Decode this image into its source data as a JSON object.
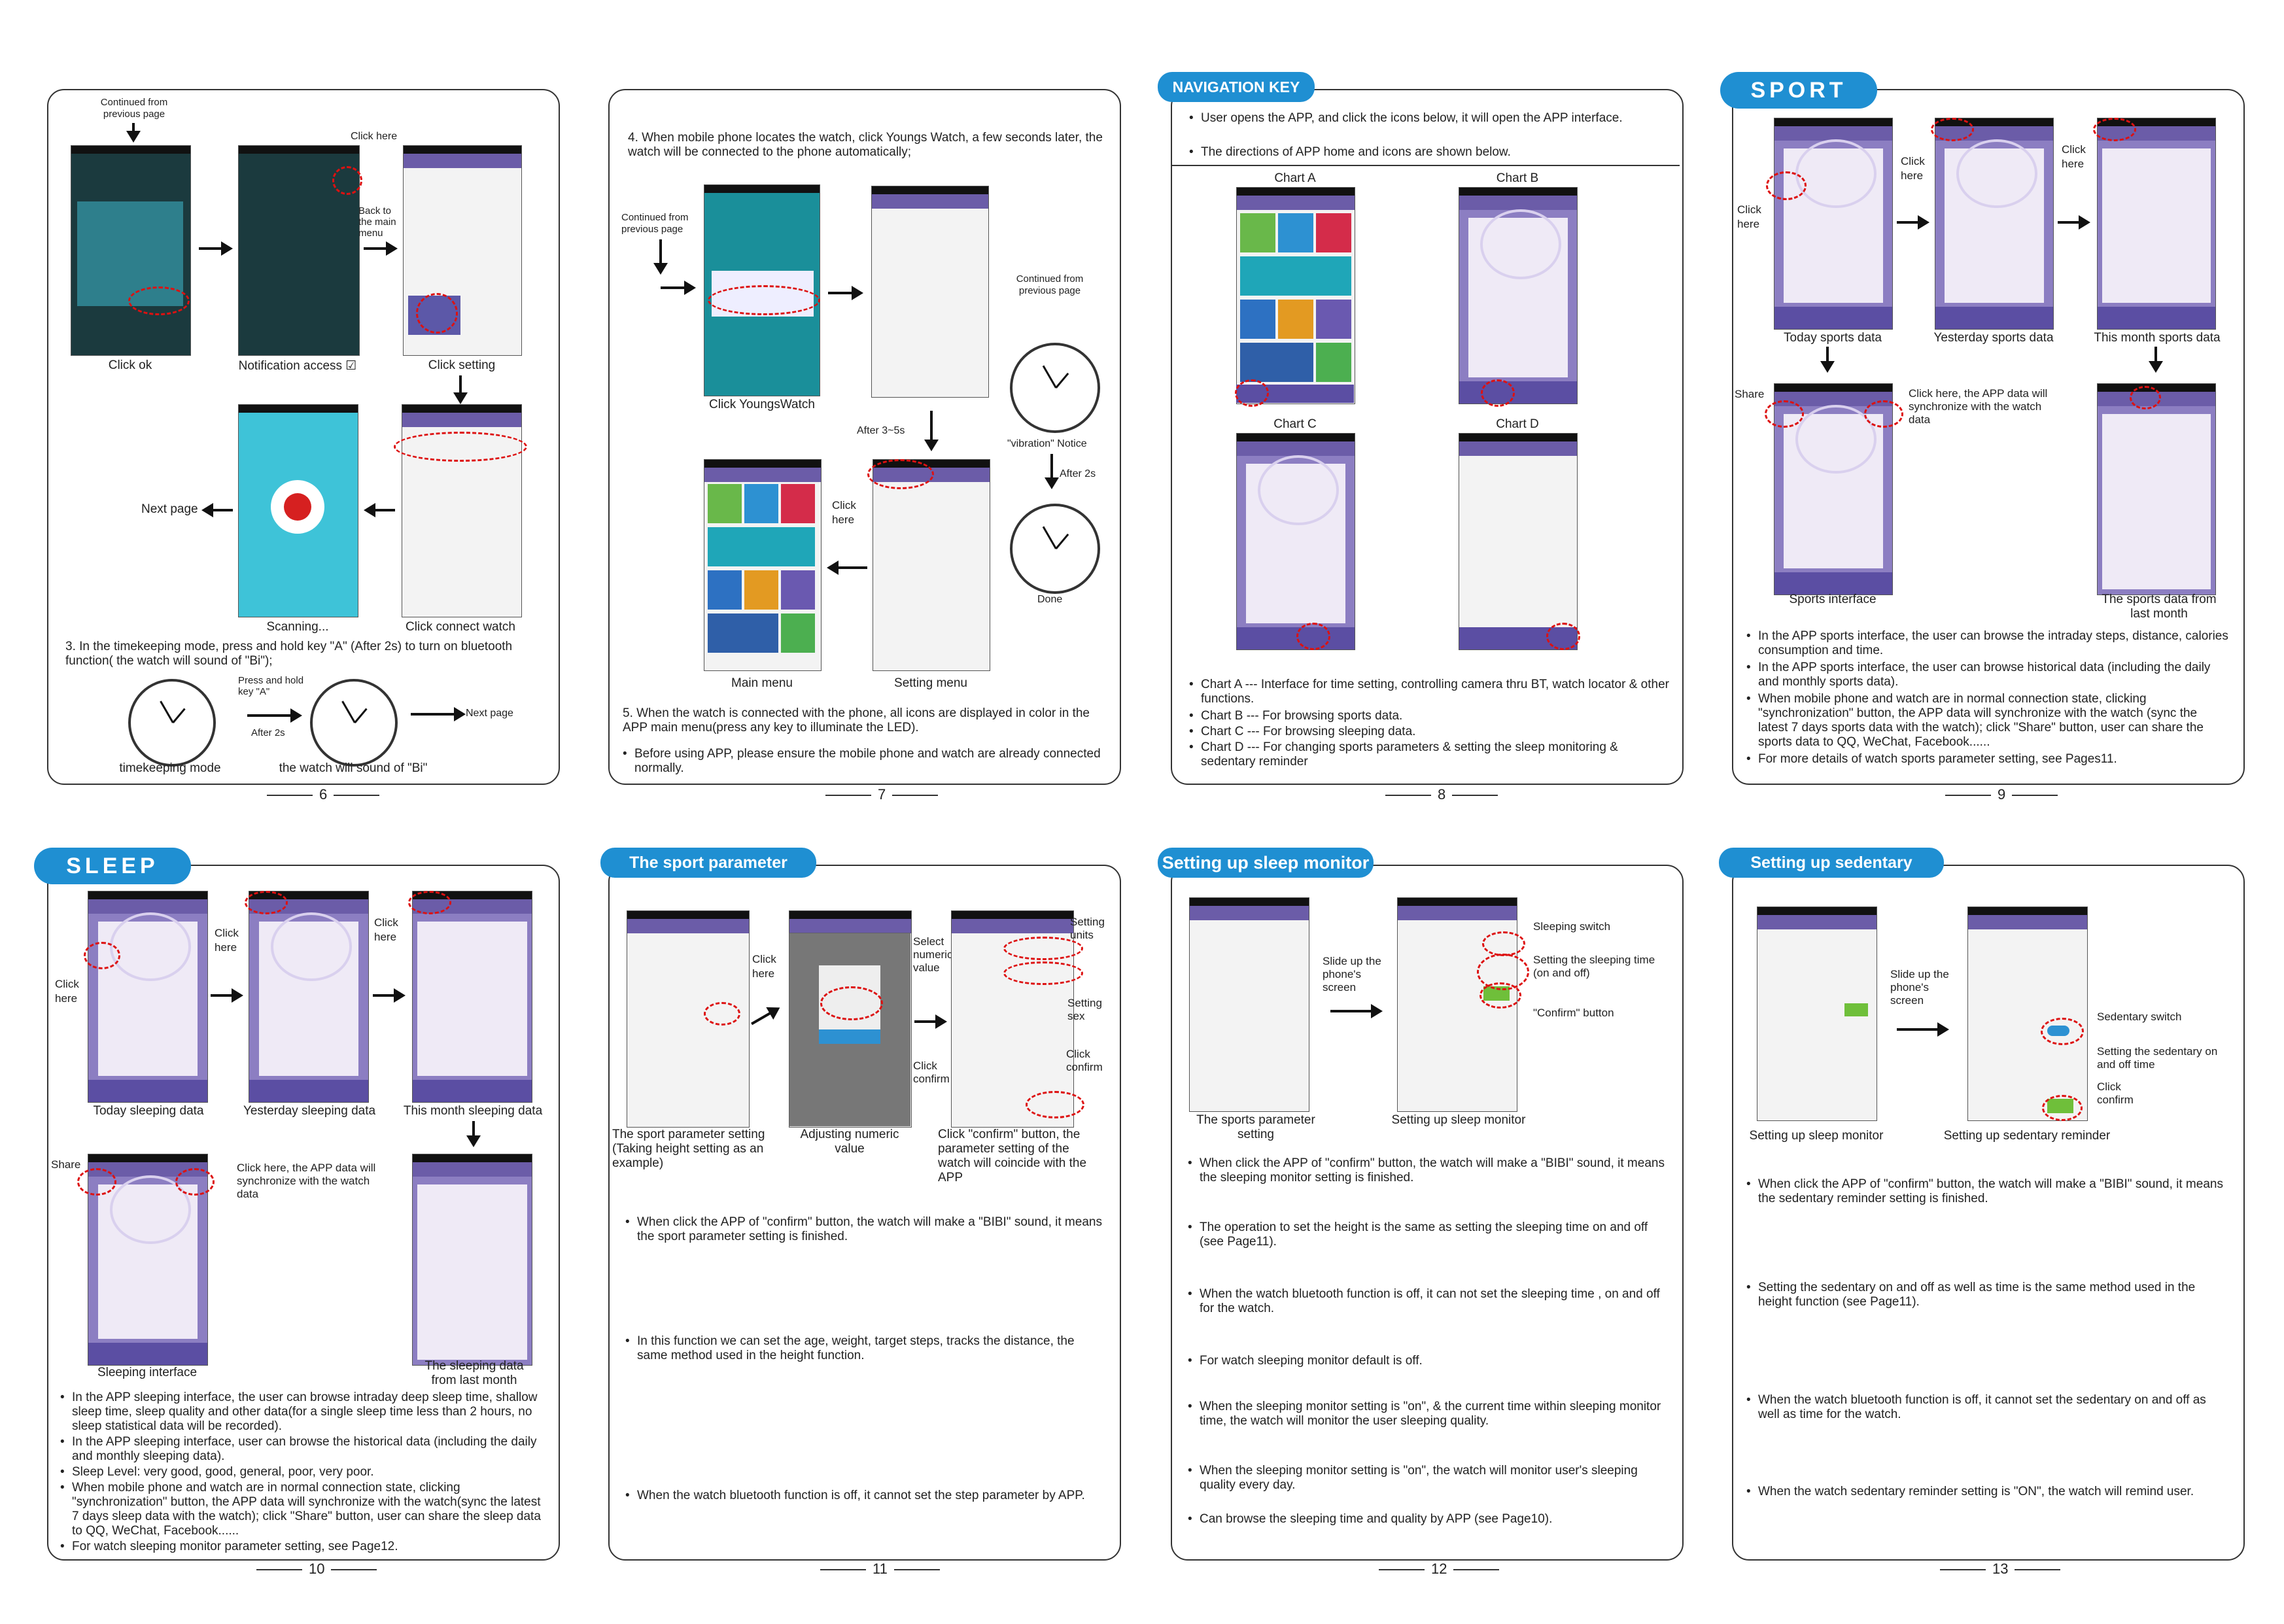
{
  "page6": {
    "continued": "Continued from previous page",
    "click_here": "Click here",
    "back_main": "Back to the main menu",
    "cap_ok": "Click ok",
    "cap_notif": "Notification access ☑",
    "cap_setting": "Click setting",
    "next_page": "Next page",
    "cap_scanning": "Scanning...",
    "cap_connect": "Click connect watch",
    "step3": "3. In the timekeeping mode, press and hold key \"A\" (After 2s) to turn on bluetooth function( the watch will sound of \"Bi\");",
    "press_hold": "Press and hold key \"A\"",
    "after2s": "After 2s",
    "next_page2": "Next page",
    "cap_time": "timekeeping mode",
    "cap_bi": "the watch will sound of \"Bi\"",
    "num": "6"
  },
  "page7": {
    "step4": "4. When mobile phone locates the watch, click Youngs Watch, a few seconds later, the watch will be connected to the phone automatically;",
    "continued": "Continued from previous page",
    "continued2": "Continued from previous page",
    "cap_click_yw": "Click YoungsWatch",
    "after35": "After 3~5s",
    "vibration": "\"vibration\" Notice",
    "after2s": "After 2s",
    "click_here": "Click here",
    "done": "Done",
    "cap_main": "Main menu",
    "cap_setting": "Setting menu",
    "step5": "5. When the watch is connected with the phone, all icons are displayed in color in the APP main menu(press any key to illuminate the LED).",
    "before": "Before using APP, please ensure the mobile phone and watch are already connected normally.",
    "num": "7"
  },
  "page8": {
    "title": "NAVIGATION KEY MAUNAL",
    "b1": "User opens the APP, and click the icons below, it will open the APP interface.",
    "b2": "The directions of APP home and icons are shown below.",
    "chart_a": "Chart A",
    "chart_b": "Chart B",
    "chart_c": "Chart C",
    "chart_d": "Chart D",
    "la": "Chart A --- Interface for time setting, controlling camera thru BT, watch locator & other functions.",
    "lb": "Chart B --- For browsing sports data.",
    "lc": "Chart C --- For browsing sleeping data.",
    "ld": "Chart D --- For changing sports parameters & setting the sleep monitoring & sedentary reminder",
    "num": "8"
  },
  "page9": {
    "title": "SPORT",
    "click_here1": "Click here",
    "click_here2": "Click here",
    "click_here3": "Click here",
    "cap_today": "Today sports data",
    "cap_yesterday": "Yesterday sports data",
    "cap_month": "This month sports data",
    "share": "Share",
    "sync_note": "Click here, the APP data will synchronize with the watch data",
    "cap_interface": "Sports interface",
    "cap_last": "The sports data from last month",
    "b1": "In the APP sports interface, the user can browse the intraday steps, distance, calories consumption and time.",
    "b2": "In the APP sports interface, the user can browse historical data (including the daily and monthly sports data).",
    "b3": "When mobile phone and watch are in normal connection state, clicking \"synchronization\" button, the APP data will synchronize with the watch (sync the latest 7 days sports data with the watch); click \"Share\" button, user can share the sports data to QQ, WeChat, Facebook......",
    "b4": "For more details of watch sports parameter setting, see Pages11.",
    "num": "9"
  },
  "page10": {
    "title": "SLEEP",
    "click_here1": "Click here",
    "click_here2": "Click here",
    "click_here3": "Click here",
    "cap_today": "Today sleeping data",
    "cap_yesterday": "Yesterday sleeping data",
    "cap_month": "This month sleeping data",
    "share": "Share",
    "sync_note": "Click here, the APP data will synchronize with the watch data",
    "cap_interface": "Sleeping interface",
    "cap_last": "The sleeping data from last month",
    "b1": "In the APP sleeping interface, the user can browse intraday deep sleep time, shallow sleep time, sleep quality and other data(for a single sleep time less than 2 hours, no sleep statistical data will be recorded).",
    "b2": "In the APP sleeping interface, user can browse the historical data (including the daily and monthly sleeping data).",
    "b3": "Sleep Level: very good, good, general, poor, very poor.",
    "b4": "When mobile phone and watch are in normal connection state, clicking \"synchronization\" button, the APP data will synchronize with the watch(sync the latest 7 days sleep data with the watch); click \"Share\" button, user can share the sleep data to QQ, WeChat, Facebook......",
    "b5": "For watch sleeping monitor parameter setting, see Page12.",
    "num": "10"
  },
  "page11": {
    "title": "The sport parameter setting",
    "click_here": "Click here",
    "select_value": "Select numeric value",
    "click_confirm": "Click confirm",
    "setting_units": "Setting units",
    "setting_sex": "Setting sex",
    "click_confirm2": "Click confirm",
    "cap1": "The sport parameter setting (Taking height setting as an example)",
    "cap2": "Adjusting numeric value",
    "cap3": "Click \"confirm\" button, the parameter setting of the watch will coincide with the APP",
    "b1": "When click the APP of \"confirm\" button, the watch will make a \"BIBI\" sound, it means the sport parameter setting is finished.",
    "b2": "In this function we can set the age, weight, target steps, tracks the distance, the same method used in the height function.",
    "b3": "When the watch bluetooth function is off, it cannot set the step parameter by APP.",
    "num": "11"
  },
  "page12": {
    "title": "Setting up sleep monitor",
    "slide": "Slide up the phone's screen",
    "sleep_switch": "Sleeping switch",
    "sleep_time": "Setting the sleeping time (on and off)",
    "confirm_btn": "\"Confirm\" button",
    "cap1": "The sports parameter setting",
    "cap2": "Setting up sleep monitor",
    "b1": "When click the APP of \"confirm\" button, the watch will make a \"BIBI\" sound, it means the sleeping monitor setting is finished.",
    "b2": "The operation to set the height is the same as setting the sleeping time on and off (see Page11).",
    "b3": "When the watch bluetooth function is off, it can not set the sleeping time , on and off for the watch.",
    "b4": "For watch sleeping monitor default is off.",
    "b5": "When the sleeping monitor setting is \"on\", & the current time within sleeping monitor time, the watch will monitor the user sleeping quality.",
    "b6": "When the sleeping monitor setting is \"on\", the watch will monitor user's sleeping quality every day.",
    "b7": "Can browse the sleeping time and quality by APP (see Page10).",
    "num": "12"
  },
  "page13": {
    "title": "Setting up sedentary reminder",
    "slide": "Slide up the phone's screen",
    "sed_switch": "Sedentary switch",
    "sed_time": "Setting the sedentary on and off time",
    "click_confirm": "Click confirm",
    "cap1": "Setting up sleep monitor",
    "cap2": "Setting up sedentary reminder",
    "b1": "When click the APP of \"confirm\" button, the watch will make a \"BIBI\" sound, it means the sedentary reminder setting is finished.",
    "b2": "Setting the sedentary on and off as well as time is the same method used in the height function (see Page11).",
    "b3": "When the watch bluetooth function is off, it cannot set the sedentary on and off as well as time for the watch.",
    "b4": "When the watch sedentary reminder setting is \"ON\", the watch will remind user.",
    "num": "13"
  },
  "colors": {
    "accent": "#1f8fd2",
    "app_purple": "#8c7ec2",
    "highlight": "#dd1111"
  }
}
